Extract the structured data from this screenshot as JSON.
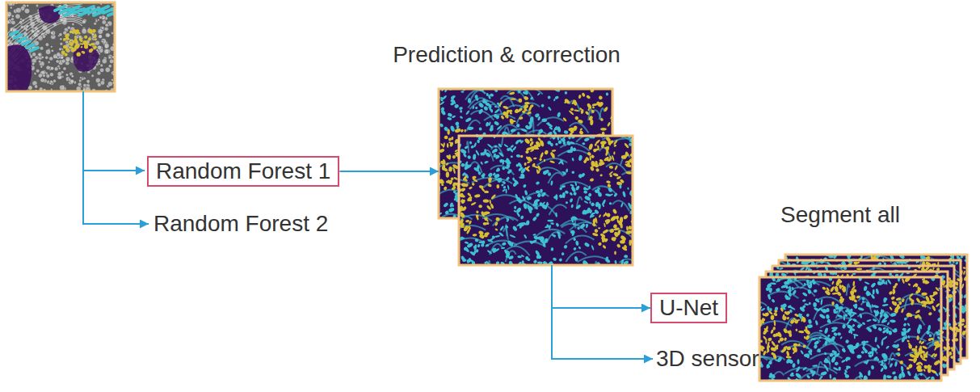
{
  "diagram": {
    "nodes": [
      {
        "text": [
          "Random Forest 1"
        ]
      },
      {
        "text": [
          "Random Forest 2"
        ]
      },
      {
        "text": [
          "Prediction & correction"
        ]
      },
      {
        "text": [
          "U-Net"
        ]
      },
      {
        "text": [
          "3D sensor"
        ]
      },
      {
        "text": [
          "Segment all"
        ]
      }
    ],
    "edges": [
      {
        "from": 0,
        "to": 2,
        "arrow": "to"
      },
      {
        "from": 2,
        "to": 3,
        "arrow": "to"
      },
      {
        "from": 2,
        "to": 4,
        "arrow": "to"
      }
    ]
  }
}
